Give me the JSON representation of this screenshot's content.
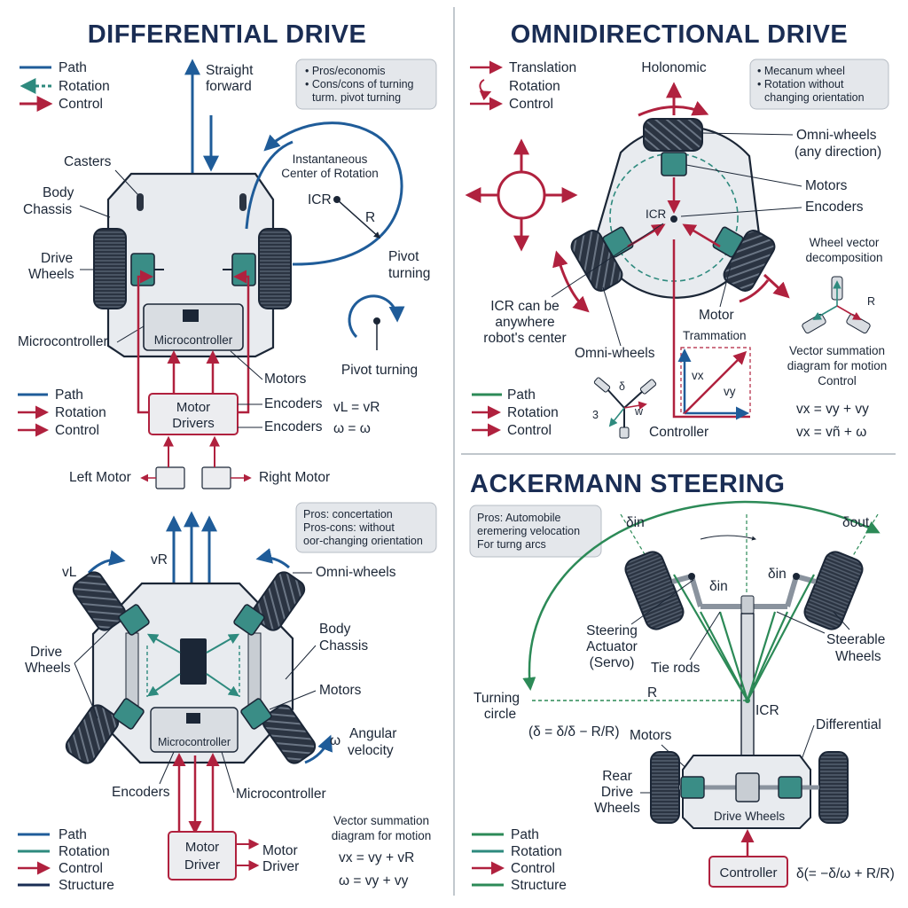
{
  "colors": {
    "navy": "#1a2d54",
    "blue": "#1f5c99",
    "teal": "#2e8a7e",
    "crimson": "#b0213e",
    "green": "#2c8a57",
    "chassis": "#e8ebef",
    "wheel": "#2b3442",
    "motor": "#3a8d86",
    "note_bg": "#e4e7eb",
    "box_border": "#b0213e"
  },
  "titles": {
    "diff": "DIFFERENTIAL DRIVE",
    "omni": "OMNIDIRECTIONAL DRIVE",
    "acker": "ACKERMANN STEERING"
  },
  "diff": {
    "legend": [
      "Path",
      "Rotation",
      "Control"
    ],
    "legend2": [
      "Path",
      "Rotation",
      "Control"
    ],
    "note": [
      "• Pros/economis",
      "• Cons/cons of turning",
      "turm. pivot turning"
    ],
    "straight": [
      "Straight",
      "forward"
    ],
    "casters": "Casters",
    "body": [
      "Body",
      "Chassis"
    ],
    "drive_wheels": [
      "Drive",
      "Wheels"
    ],
    "icr_title": [
      "Instantaneous",
      "Center of Rotation"
    ],
    "icr": "ICR",
    "r": "R",
    "pivot": [
      "Pivot",
      "turning"
    ],
    "pivot2": "Pivot turning",
    "mcu_left": "Microcontroller",
    "mcu_chip": "Microcontroller",
    "motors": "Motors",
    "motor_drivers": [
      "Motor",
      "Drivers"
    ],
    "encoders1": "Encoders",
    "encoders2": "Encoders",
    "eq1": "vL = vR",
    "eq2": "ω = ω",
    "left_motor": "Left Motor",
    "right_motor": "Right Motor"
  },
  "mec": {
    "note": [
      "Pros: concertation",
      "Pros-cons: without",
      "oor-changing orientation"
    ],
    "vl": "vL",
    "vr": "vR",
    "omni_wheels": "Omni-wheels",
    "drive_wheels": [
      "Drive",
      "Wheels"
    ],
    "body": [
      "Body",
      "Chassis"
    ],
    "motors": "Motors",
    "mcu_chip": "Microcontroller",
    "omega": "ω",
    "angular": [
      "Angular",
      "velocity"
    ],
    "encoders": "Encoders",
    "mcu": "Microcontroller",
    "vector": [
      "Vector summation",
      "diagram for motion"
    ],
    "motor_driver_box": [
      "Motor",
      "Driver"
    ],
    "motor_driver": [
      "Motor",
      "Driver"
    ],
    "eq1": "vx = vy + vR",
    "eq2": "ω = vy + vy",
    "legend": [
      "Path",
      "Rotation",
      "Control",
      "Structure"
    ]
  },
  "omni": {
    "legend": [
      "Translation",
      "Rotation",
      "Control"
    ],
    "legend2": [
      "Path",
      "Rotation",
      "Control"
    ],
    "holonomic": "Holonomic",
    "note": [
      "• Mecanum wheel",
      "• Rotation without",
      "changing orientation"
    ],
    "omni_wheels_r": [
      "Omni-wheels",
      "(any direction)"
    ],
    "motors": "Motors",
    "encoders": "Encoders",
    "icr": "ICR",
    "wvd": [
      "Wheel vector",
      "decomposition"
    ],
    "icr_anywhere": [
      "ICR can be",
      "anywhere",
      "robot's center"
    ],
    "omni_wheels_b": "Omni-wheels",
    "motor": "Motor",
    "tramm": "Trammation",
    "vector": [
      "Vector summation",
      "diagram for motion",
      "Control"
    ],
    "vx": "vx",
    "vy": "vy",
    "three": "3",
    "w": "w",
    "delta": "δ",
    "r_small": "R",
    "controller": "Controller",
    "eq1": "vx = vy + vy",
    "eq2": "vx = vñ + ω"
  },
  "acker": {
    "note": [
      "Pros:  Automobile",
      "eremering velocation",
      "For turng arcs"
    ],
    "d_in_top": "δin",
    "d_out": "δout",
    "d_in_mid1": "δin",
    "d_in_mid2": "δin",
    "steer_act": [
      "Steering",
      "Actuator",
      "(Servo)"
    ],
    "steerable": [
      "Steerable",
      "Wheels"
    ],
    "tie_rods": "Tie rods",
    "turning_circle": [
      "Turning",
      "circle"
    ],
    "r": "R",
    "icr": "ICR",
    "formula1": "(δ = δ/δ − R/R)",
    "differential": "Differential",
    "motors": "Motors",
    "rear": [
      "Rear",
      "Drive",
      "Wheels"
    ],
    "drive_wheels": "Drive Wheels",
    "controller": "Controller",
    "formula2": "δ(= −δ/ω + R/R)",
    "legend": [
      "Path",
      "Rotation",
      "Control",
      "Structure"
    ]
  }
}
